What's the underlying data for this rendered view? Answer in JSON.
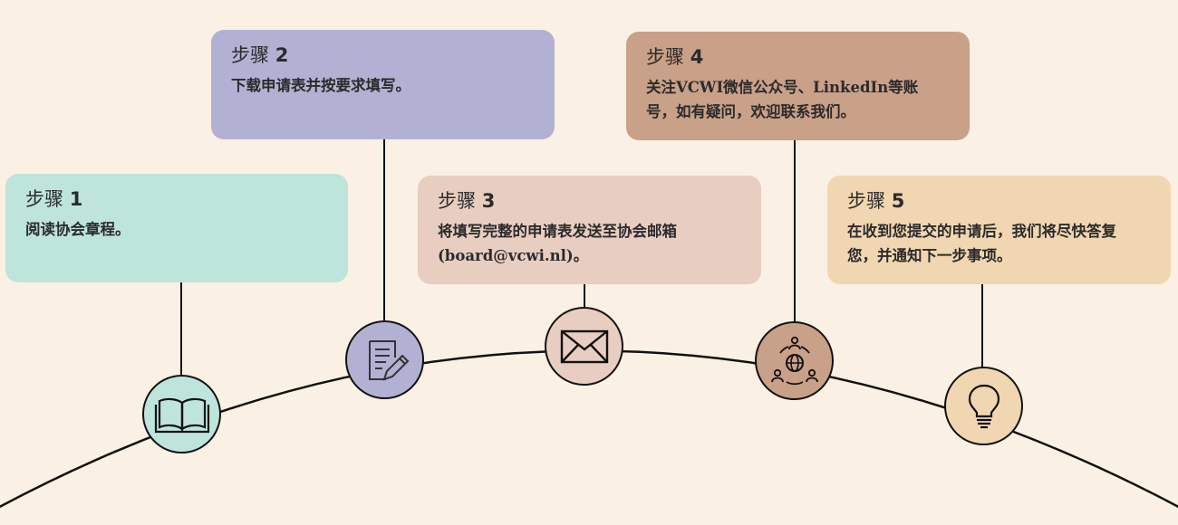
{
  "steps": [
    {
      "prefix": "步骤",
      "num": "1",
      "desc": "阅读协会章程。",
      "color": "#bde5db",
      "icon": "book-icon"
    },
    {
      "prefix": "步骤",
      "num": "2",
      "desc": "下载申请表并按要求填写。",
      "color": "#b3b1d3",
      "icon": "form-pen-icon"
    },
    {
      "prefix": "步骤",
      "num": "3",
      "desc": "将填写完整的申请表发送至协会邮箱(board@vcwi.nl)。",
      "color": "#e8cdc1",
      "icon": "envelope-icon"
    },
    {
      "prefix": "步骤",
      "num": "4",
      "desc": "关注VCWI微信公众号、LinkedIn等账号，如有疑问，欢迎联系我们。",
      "color": "#c9a088",
      "icon": "network-globe-icon"
    },
    {
      "prefix": "步骤",
      "num": "5",
      "desc": "在收到您提交的申请后，我们将尽快答复您，并通知下一步事项。",
      "color": "#f0d6b1",
      "icon": "lightbulb-icon"
    }
  ],
  "colors": {
    "background": "#faf0e3",
    "line": "#111111"
  }
}
